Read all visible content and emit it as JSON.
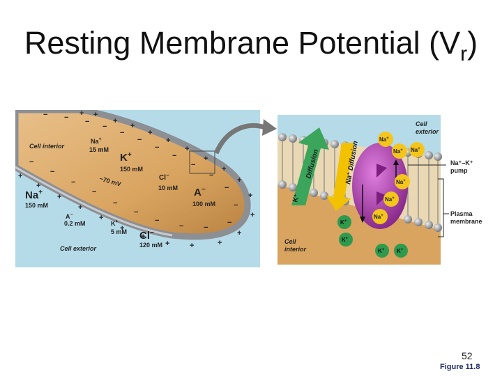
{
  "title": {
    "main": "Resting Membrane Potential (V",
    "sub": "r",
    "close": ")"
  },
  "left_panel": {
    "cell_interior": "Cell interior",
    "cell_exterior": "Cell exterior",
    "na_in_ion": "Na",
    "na_in_sup": "+",
    "na_in_conc": "15 mM",
    "k_in_ion": "K",
    "k_in_sup": "+",
    "k_in_conc": "150 mM",
    "potential": "−70 mV",
    "cl_in_ion": "Cl",
    "cl_in_sup": "−",
    "cl_in_conc": "10 mM",
    "a_in_ion": "A",
    "a_in_sup": "−",
    "a_in_conc": "100 mM",
    "na_out_ion": "Na",
    "na_out_sup": "+",
    "na_out_conc": "150 mM",
    "a_out_ion": "A",
    "a_out_sup": "−",
    "a_out_conc": "0.2 mM",
    "k_out_ion": "K",
    "k_out_sup": "+",
    "k_out_conc": "5 mM",
    "cl_out_ion": "Cl",
    "cl_out_sup": "−",
    "cl_out_conc": "120 mM"
  },
  "right_panel": {
    "cell_exterior_1": "Cell",
    "cell_exterior_2": "exterior",
    "cell_interior_1": "Cell",
    "cell_interior_2": "interior",
    "diffusion": "Diffusion",
    "k_label": "K",
    "na_label": "Na",
    "plus": "+",
    "pump_label_1": "Na⁺–K⁺",
    "pump_label_2": "pump",
    "membrane_label_1": "Plasma",
    "membrane_label_2": "membrane",
    "na_ion": "Na",
    "k_ion": "K"
  },
  "colors": {
    "extracellular": "#b5dbe9",
    "cytoplasm": "#d9a460",
    "membrane_gray": "#9fa3a8",
    "diffusion_green": "#3aa55b",
    "pump_purple": "#b13fb0",
    "na_yellow": "#f4c51a",
    "k_green": "#2e9a4e",
    "arrow_yellow": "#f2c200"
  },
  "page_number": "52",
  "figure_label": "Figure 11.8"
}
